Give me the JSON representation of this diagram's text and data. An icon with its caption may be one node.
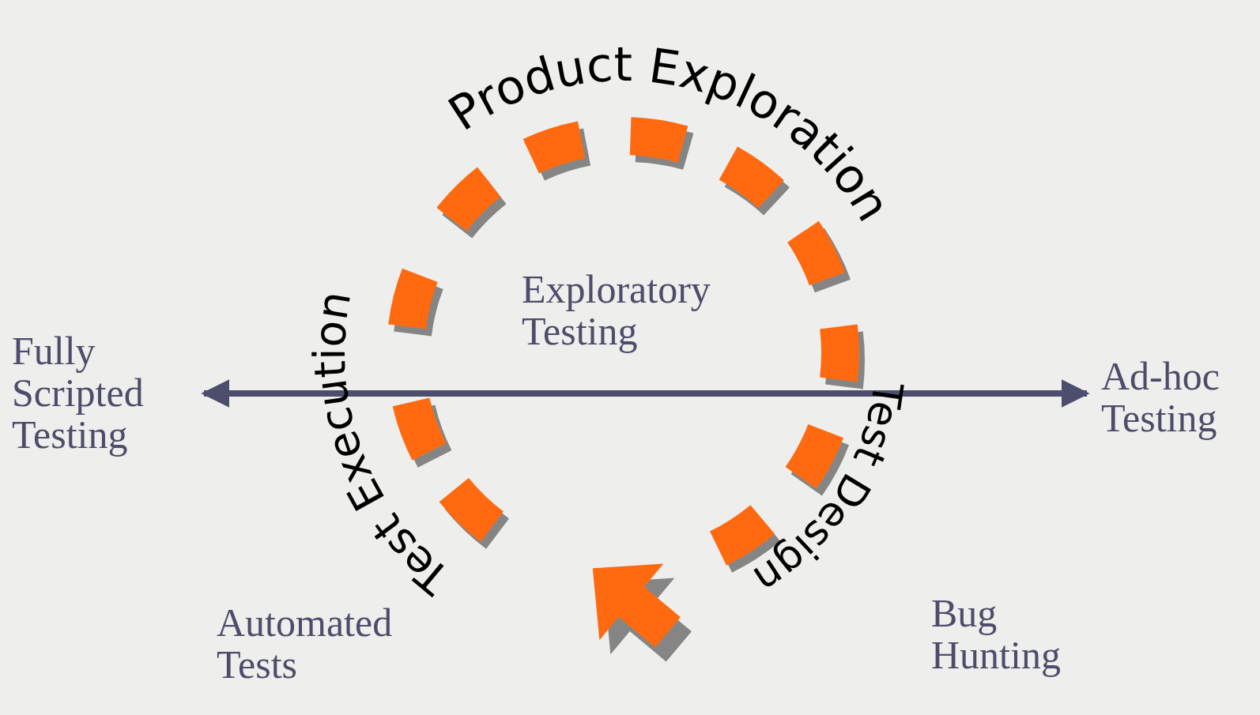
{
  "diagram": {
    "nodes": [
      {
        "text": [
          "Fully Scripted Testing"
        ]
      },
      {
        "text": [
          "Ad-hoc Testing"
        ]
      }
    ],
    "edges": [
      {
        "from": 0,
        "to": 1,
        "arrow": "both"
      }
    ],
    "labels": [
      "Product Exploration",
      "Exploratory Testing",
      "Test Execution",
      "Test Design",
      "Automated Tests",
      "Bug Hunting"
    ]
  }
}
